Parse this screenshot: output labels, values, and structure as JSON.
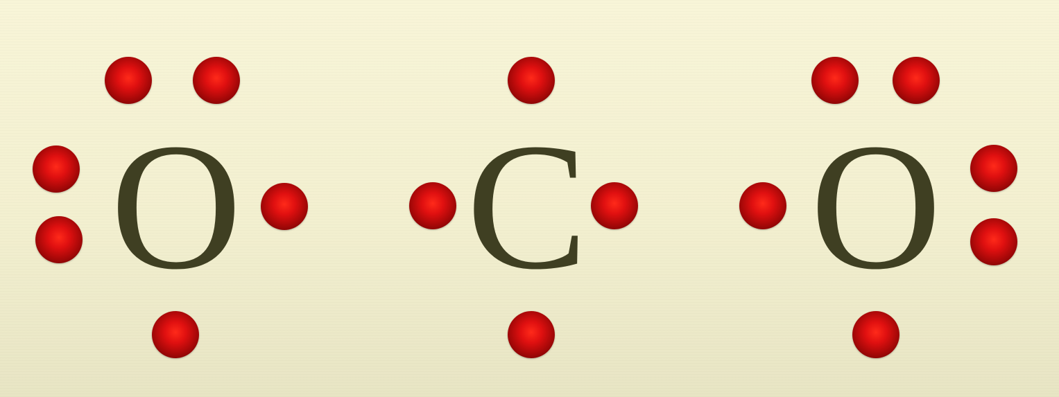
{
  "molecule": {
    "atoms": [
      {
        "symbol": "O",
        "valence_electrons": 6
      },
      {
        "symbol": "C",
        "valence_electrons": 4
      },
      {
        "symbol": "O",
        "valence_electrons": 6
      }
    ]
  },
  "colors": {
    "background": "#f5f2d3",
    "atom_text": "#3f3f22",
    "electron": "#e01010"
  }
}
